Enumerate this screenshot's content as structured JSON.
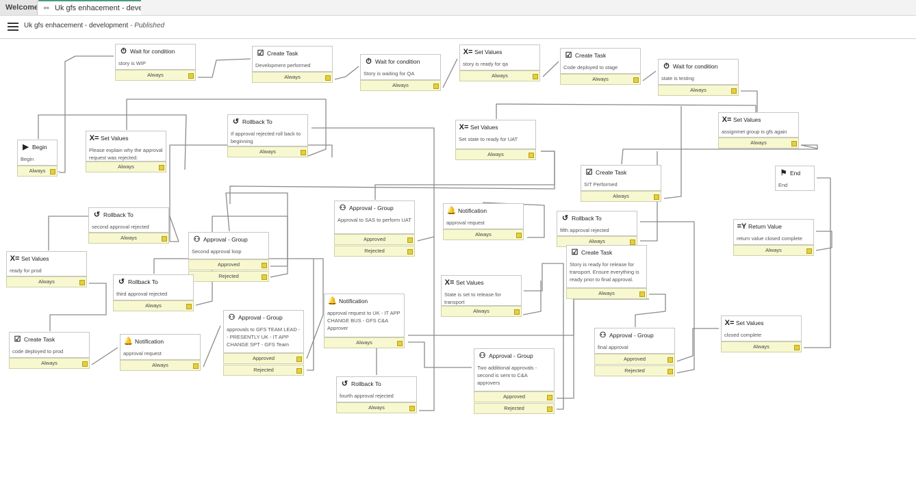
{
  "tabs": {
    "welcome": "Welcome",
    "active": "Uk gfs enhacement - devel…"
  },
  "header": {
    "name": "Uk gfs enhacement - development",
    "state": " - Published"
  },
  "nodes": [
    {
      "title": "Wait for condition",
      "icon": "⏱",
      "icon_name": "timer-icon",
      "desc": "story is WIP",
      "conds": [
        "Always"
      ]
    },
    {
      "title": "Create Task",
      "icon": "☑",
      "icon_name": "task-icon",
      "desc": "Development performed",
      "conds": [
        "Always"
      ]
    },
    {
      "title": "Wait for condition",
      "icon": "⏱",
      "icon_name": "timer-icon",
      "desc": "Story is waiting for QA",
      "conds": [
        "Always"
      ]
    },
    {
      "title": "Set Values",
      "icon": "X=",
      "icon_name": "set-values-icon",
      "desc": "story is ready for qa",
      "conds": [
        "Always"
      ]
    },
    {
      "title": "Create Task",
      "icon": "☑",
      "icon_name": "task-icon",
      "desc": "Code deployed to stage",
      "conds": [
        "Always"
      ]
    },
    {
      "title": "Wait for condition",
      "icon": "⏱",
      "icon_name": "timer-icon",
      "desc": "state is testing",
      "conds": [
        "Always"
      ]
    },
    {
      "title": "Begin",
      "icon": "▶",
      "icon_name": "begin-icon",
      "desc": "Begin",
      "conds": [
        "Always"
      ]
    },
    {
      "title": "Set Values",
      "icon": "X=",
      "icon_name": "set-values-icon",
      "desc": "Please explain why the approval request was rejected.",
      "conds": [
        "Always"
      ]
    },
    {
      "title": "Rollback To",
      "icon": "↺",
      "icon_name": "rollback-icon",
      "desc": "If approval rejected roll back to beginning",
      "conds": [
        "Always"
      ]
    },
    {
      "title": "Set Values",
      "icon": "X=",
      "icon_name": "set-values-icon",
      "desc": "Set state to ready for UAT",
      "conds": [
        "Always"
      ]
    },
    {
      "title": "Set Values",
      "icon": "X=",
      "icon_name": "set-values-icon",
      "desc": "assignmet group is gfs again",
      "conds": [
        "Always"
      ]
    },
    {
      "title": "Create Task",
      "icon": "☑",
      "icon_name": "task-icon",
      "desc": "SIT Performed",
      "conds": [
        "Always"
      ]
    },
    {
      "title": "End",
      "icon": "⚑",
      "icon_name": "end-flag-icon",
      "desc": "End",
      "conds": []
    },
    {
      "title": "Rollback To",
      "icon": "↺",
      "icon_name": "rollback-icon",
      "desc": "second approval rejected",
      "conds": [
        "Always"
      ]
    },
    {
      "title": "Approval - Group",
      "icon": "⚇",
      "icon_name": "approval-group-icon",
      "desc": "Approval to SAS to perform UAT",
      "conds": [
        "Approved",
        "Rejected"
      ]
    },
    {
      "title": "Notification",
      "icon": "🔔",
      "icon_name": "bell-icon",
      "desc": "approval request",
      "conds": [
        "Always"
      ]
    },
    {
      "title": "Rollback To",
      "icon": "↺",
      "icon_name": "rollback-icon",
      "desc": "fifth approval rejected",
      "conds": [
        "Always"
      ]
    },
    {
      "title": "Return Value",
      "icon": "=Y",
      "icon_name": "return-value-icon",
      "desc": "return value closed complete",
      "conds": [
        "Always"
      ]
    },
    {
      "title": "Approval - Group",
      "icon": "⚇",
      "icon_name": "approval-group-icon",
      "desc": "Second approval loop",
      "conds": [
        "Approved",
        "Rejected"
      ]
    },
    {
      "title": "Set Values",
      "icon": "X=",
      "icon_name": "set-values-icon",
      "desc": "ready for prod",
      "conds": [
        "Always"
      ]
    },
    {
      "title": "Create Task",
      "icon": "☑",
      "icon_name": "task-icon",
      "desc": "Story is ready for release for transport. Ensure everything is ready prior to final approval.",
      "conds": [
        "Always"
      ]
    },
    {
      "title": "Rollback To",
      "icon": "↺",
      "icon_name": "rollback-icon",
      "desc": "third approval rejected",
      "conds": [
        "Always"
      ]
    },
    {
      "title": "Set Values",
      "icon": "X=",
      "icon_name": "set-values-icon",
      "desc": "State is set to release for transport",
      "conds": [
        "Always"
      ]
    },
    {
      "title": "Notification",
      "icon": "🔔",
      "icon_name": "bell-icon",
      "desc": "approval request to UK - IT APP CHANGE BUS - GFS C&A Approver",
      "conds": [
        "Always"
      ]
    },
    {
      "title": "Approval - Group",
      "icon": "⚇",
      "icon_name": "approval-group-icon",
      "desc": "approvals to GFS TEAM LEAD -- PRESENTLY UK - IT APP CHANGE SPT - GFS Team",
      "conds": [
        "Approved",
        "Rejected"
      ]
    },
    {
      "title": "Set Values",
      "icon": "X=",
      "icon_name": "set-values-icon",
      "desc": "closed complete",
      "conds": [
        "Always"
      ]
    },
    {
      "title": "Approval - Group",
      "icon": "⚇",
      "icon_name": "approval-group-icon",
      "desc": "final approval",
      "conds": [
        "Approved",
        "Rejected"
      ]
    },
    {
      "title": "Create Task",
      "icon": "☑",
      "icon_name": "task-icon",
      "desc": "code deployed to prod",
      "conds": [
        "Always"
      ]
    },
    {
      "title": "Notification",
      "icon": "🔔",
      "icon_name": "bell-icon",
      "desc": "approval request",
      "conds": [
        "Always"
      ]
    },
    {
      "title": "Approval - Group",
      "icon": "⚇",
      "icon_name": "approval-group-icon",
      "desc": "Two additional approvals - second is sent to C&A approvers",
      "conds": [
        "Approved",
        "Rejected"
      ]
    },
    {
      "title": "Rollback To",
      "icon": "↺",
      "icon_name": "rollback-icon",
      "desc": "fourth approval rejected",
      "conds": [
        "Always"
      ]
    }
  ]
}
